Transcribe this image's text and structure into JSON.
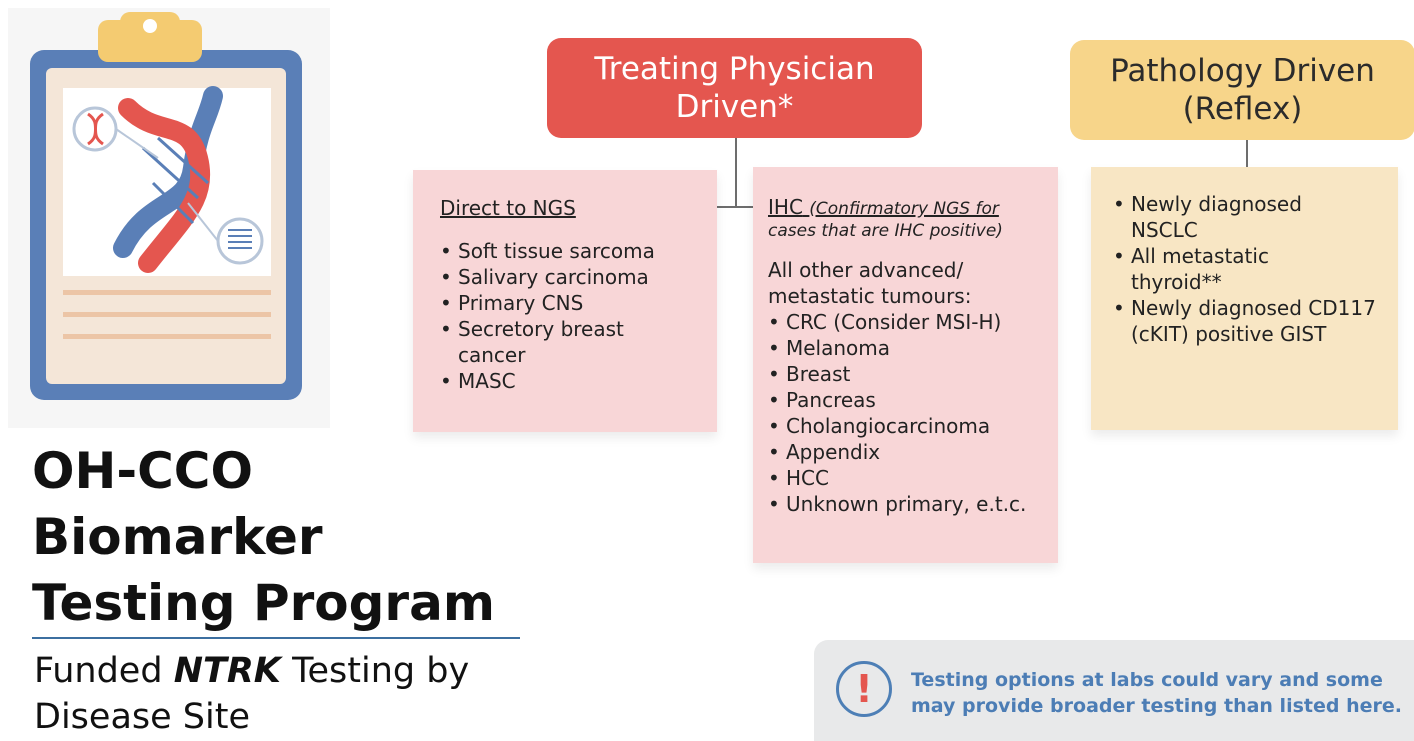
{
  "left": {
    "title_lines": [
      "OH-CCO",
      "Biomarker",
      "Testing Program"
    ],
    "subtitle_pre": "Funded ",
    "subtitle_em": "NTRK",
    "subtitle_post": " Testing by",
    "subtitle_line2": "Disease Site"
  },
  "header_red": {
    "line1": "Treating Physician",
    "line2": "Driven*"
  },
  "header_yellow": {
    "line1": "Pathology Driven",
    "line2": "(Reflex)"
  },
  "box_direct": {
    "heading": "Direct to NGS",
    "items": [
      "Soft tissue sarcoma",
      "Salivary carcinoma",
      "Primary CNS",
      "Secretory breast cancer",
      "MASC"
    ]
  },
  "box_ihc": {
    "heading": "IHC",
    "note_line1": "(Confirmatory NGS for",
    "note_line2": "cases that are IHC positive)",
    "lead": "All other advanced/ metastatic tumours:",
    "items": [
      "CRC (Consider MSI-H)",
      "Melanoma",
      "Breast",
      "Pancreas",
      "Cholangiocarcinoma",
      "Appendix",
      "HCC",
      "Unknown primary, e.t.c."
    ]
  },
  "box_pathology": {
    "items": [
      "Newly diagnosed NSCLC",
      "All metastatic thyroid**",
      "Newly diagnosed CD117 (cKIT) positive GIST"
    ]
  },
  "notice": {
    "icon": "exclamation-icon",
    "text": "Testing options at labs could vary and some may provide broader testing than listed here."
  },
  "colors": {
    "red": "#e4564f",
    "yellow": "#f7d58a",
    "pink": "#f8d6d7",
    "cream": "#f8e6c4",
    "blue": "#4d7fb6"
  }
}
